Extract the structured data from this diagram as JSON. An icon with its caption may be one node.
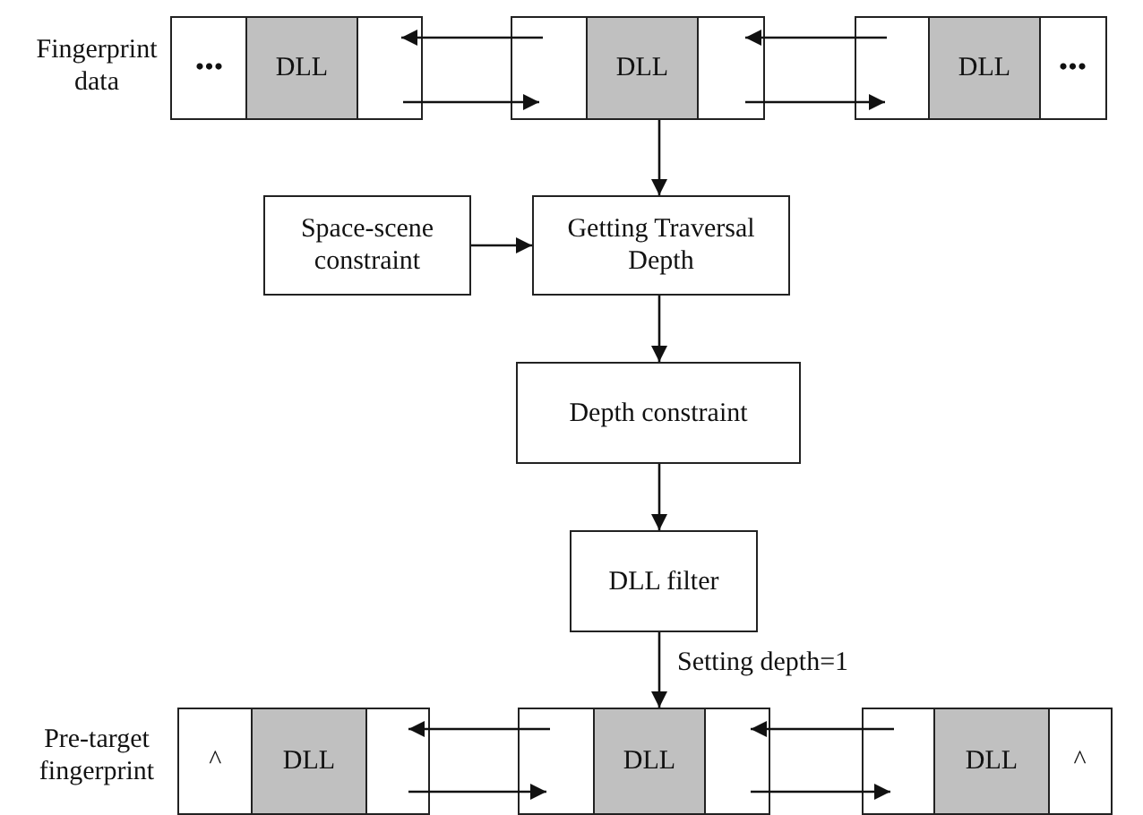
{
  "diagram": {
    "nodes": [
      {
        "text": [
          "•••",
          "DLL"
        ]
      },
      {
        "text": [
          "DLL"
        ]
      },
      {
        "text": [
          "DLL",
          "•••"
        ]
      },
      {
        "text": [
          "Space-scene constraint"
        ]
      },
      {
        "text": [
          "Getting Traversal Depth"
        ]
      },
      {
        "text": [
          "Depth constraint"
        ]
      },
      {
        "text": [
          "DLL filter"
        ]
      },
      {
        "text": [
          "^",
          "DLL"
        ]
      },
      {
        "text": [
          "DLL"
        ]
      },
      {
        "text": [
          "DLL",
          "^"
        ]
      }
    ],
    "edges": [
      {
        "from": 1,
        "to": 0,
        "arrow": "to"
      },
      {
        "from": 0,
        "to": 1,
        "arrow": "to"
      },
      {
        "from": 2,
        "to": 1,
        "arrow": "to"
      },
      {
        "from": 1,
        "to": 2,
        "arrow": "to"
      },
      {
        "from": 1,
        "to": 4,
        "arrow": "to"
      },
      {
        "from": 3,
        "to": 4,
        "arrow": "to"
      },
      {
        "from": 4,
        "to": 5,
        "arrow": "to"
      },
      {
        "from": 5,
        "to": 6,
        "arrow": "to"
      },
      {
        "from": 6,
        "to": 8,
        "label": "Setting depth=1",
        "arrow": "to"
      },
      {
        "from": 8,
        "to": 7,
        "arrow": "to"
      },
      {
        "from": 7,
        "to": 8,
        "arrow": "to"
      },
      {
        "from": 9,
        "to": 8,
        "arrow": "to"
      },
      {
        "from": 8,
        "to": 9,
        "arrow": "to"
      }
    ],
    "labels": [
      "Fingerprint data",
      "Pre-target fingerprint"
    ]
  }
}
